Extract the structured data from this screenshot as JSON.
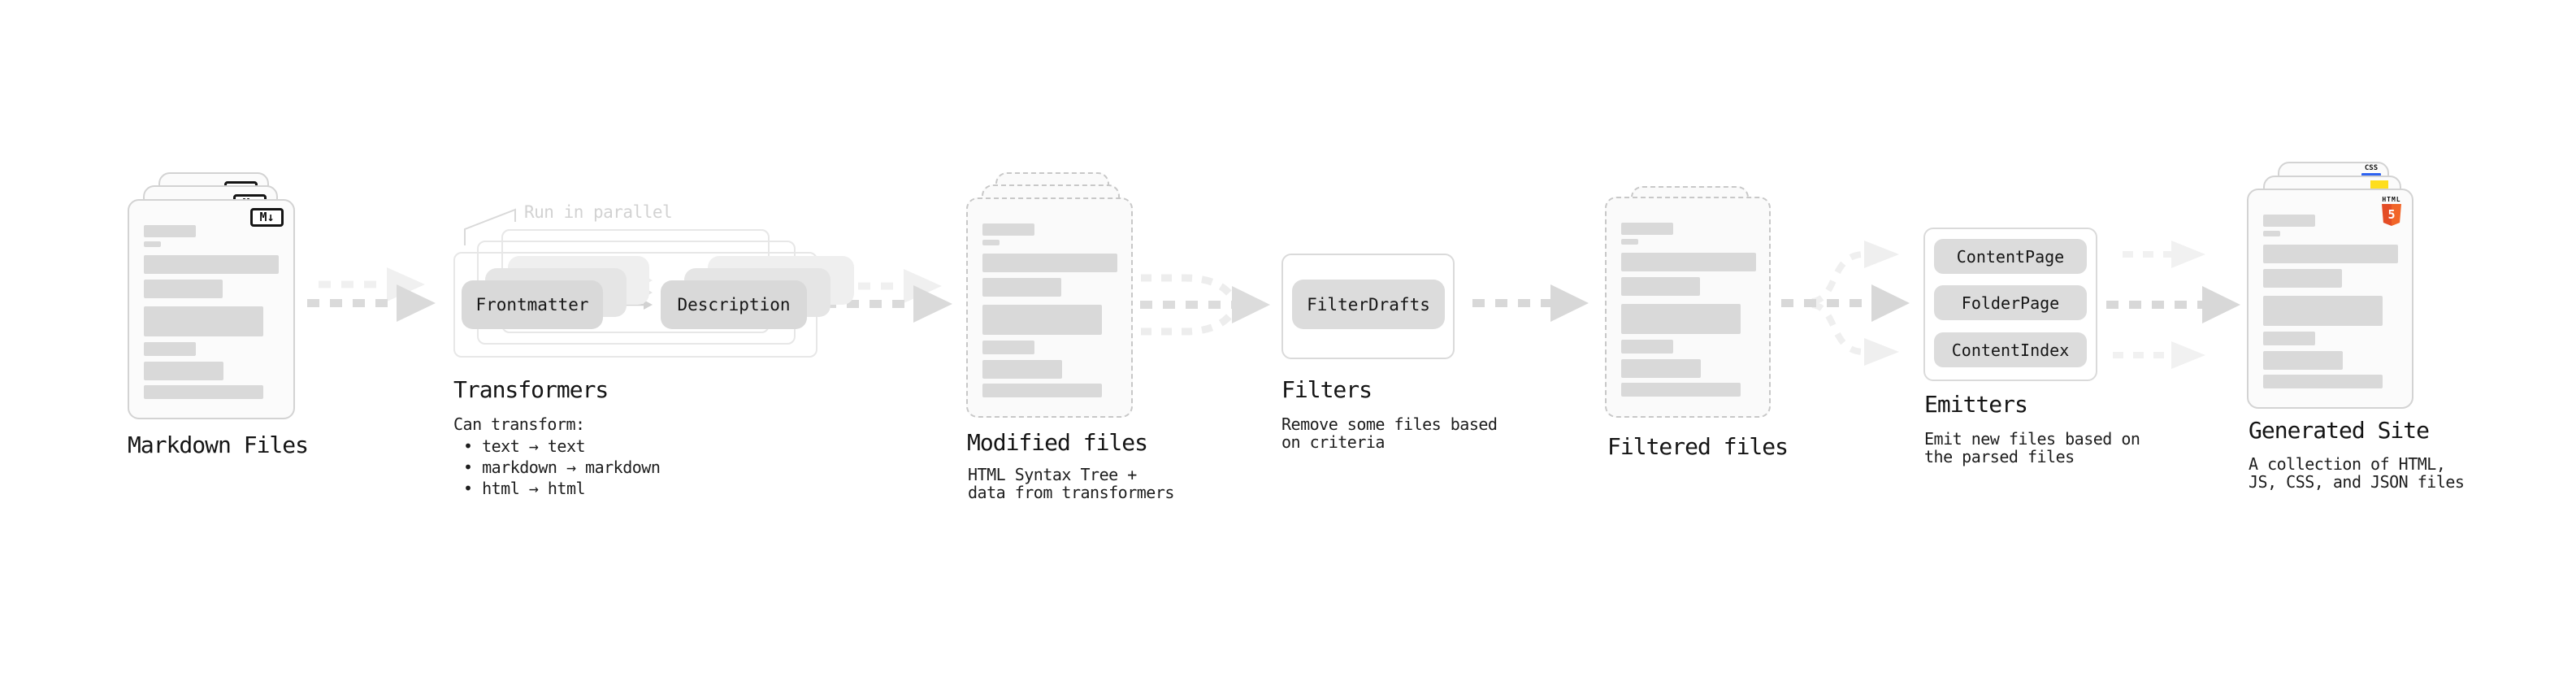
{
  "stages": {
    "markdown_files": {
      "title": "Markdown Files",
      "badge": "M↓"
    },
    "transformers": {
      "title": "Transformers",
      "annotation": "Run in parallel",
      "pill_frontmatter": "Frontmatter",
      "pill_description": "Description",
      "description_heading": "Can transform:",
      "bullets": [
        "• text → text",
        "• markdown → markdown",
        "• html → html"
      ]
    },
    "modified_files": {
      "title": "Modified files",
      "subtitle": [
        "HTML Syntax Tree +",
        "data from transformers"
      ]
    },
    "filters": {
      "title": "Filters",
      "pill": "FilterDrafts",
      "subtitle": [
        "Remove some files based",
        "on criteria"
      ]
    },
    "filtered_files": {
      "title": "Filtered files"
    },
    "emitters": {
      "title": "Emitters",
      "pills": [
        "ContentPage",
        "FolderPage",
        "ContentIndex"
      ],
      "subtitle": [
        "Emit new files based on",
        "the parsed files"
      ]
    },
    "generated_site": {
      "title": "Generated Site",
      "subtitle": [
        "A collection of HTML,",
        "JS, CSS, and JSON files"
      ],
      "css_badge": "CSS",
      "html5_label": "HTML",
      "html5_number": "5"
    }
  },
  "colors": {
    "arrow_dark": "#dadada",
    "arrow_light": "#f0f0f0",
    "html5_orange": "#e44d26",
    "js_yellow": "#fede1e",
    "css_blue": "#2d62f0"
  }
}
